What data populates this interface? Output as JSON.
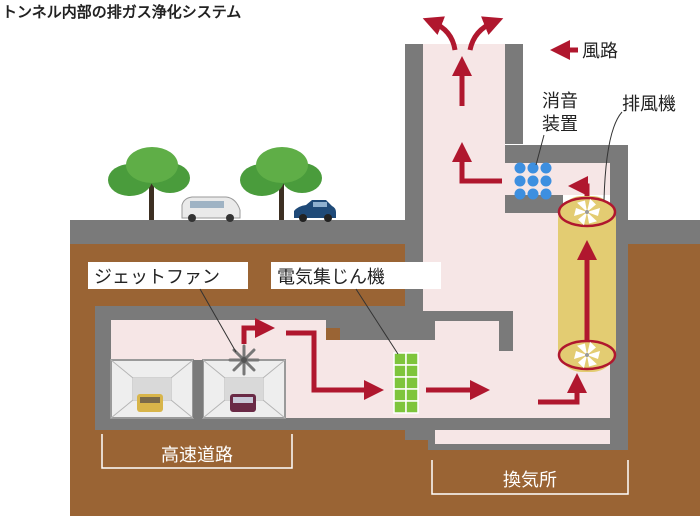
{
  "title": "トンネル内部の排ガス浄化システム",
  "legend": {
    "label": "風路"
  },
  "labels": {
    "silencer_line1": "消音",
    "silencer_line2": "装置",
    "exhaust_fan": "排風機",
    "jet_fan": "ジェットファン",
    "precipitator": "電気集じん機",
    "highway": "高速道路",
    "ventilation_station": "換気所"
  },
  "colors": {
    "airflow_arrow": "#b0172e",
    "ground": "#9a6434",
    "structure": "#7a7a7a",
    "air_path": "#f6e6e6",
    "precipitator": "#7ec53c",
    "silencer": "#3d8fe0",
    "fan_housing": "#e3cc72"
  }
}
